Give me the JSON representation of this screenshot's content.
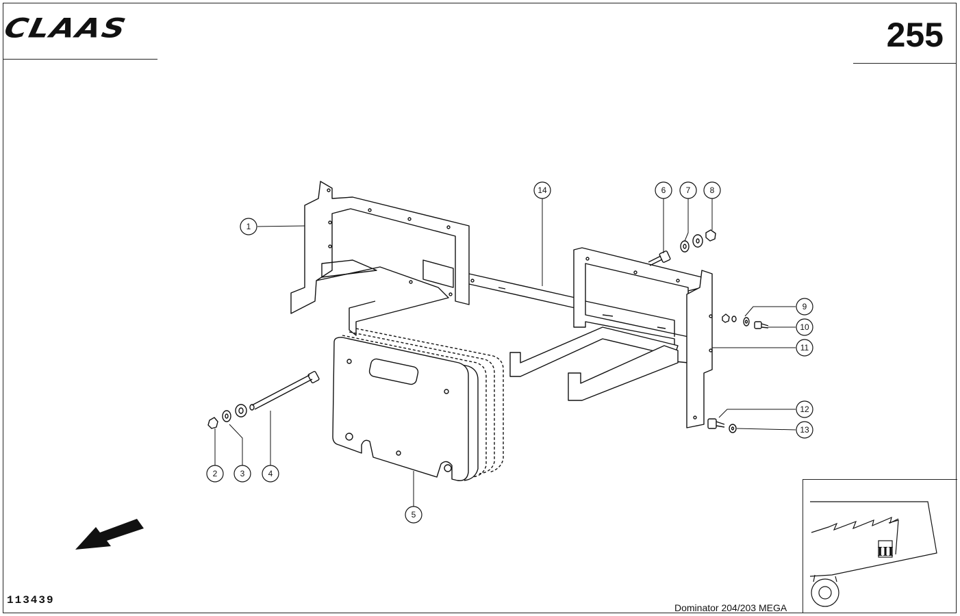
{
  "header": {
    "brand": "CLAAS",
    "page_number": "255"
  },
  "footer": {
    "drawing_number": "113439",
    "model": "Dominator 204/203 MEGA"
  },
  "callouts": [
    "1",
    "2",
    "3",
    "4",
    "5",
    "6",
    "7",
    "8",
    "9",
    "10",
    "11",
    "12",
    "13",
    "14"
  ],
  "inset": {
    "section_label": "III"
  }
}
